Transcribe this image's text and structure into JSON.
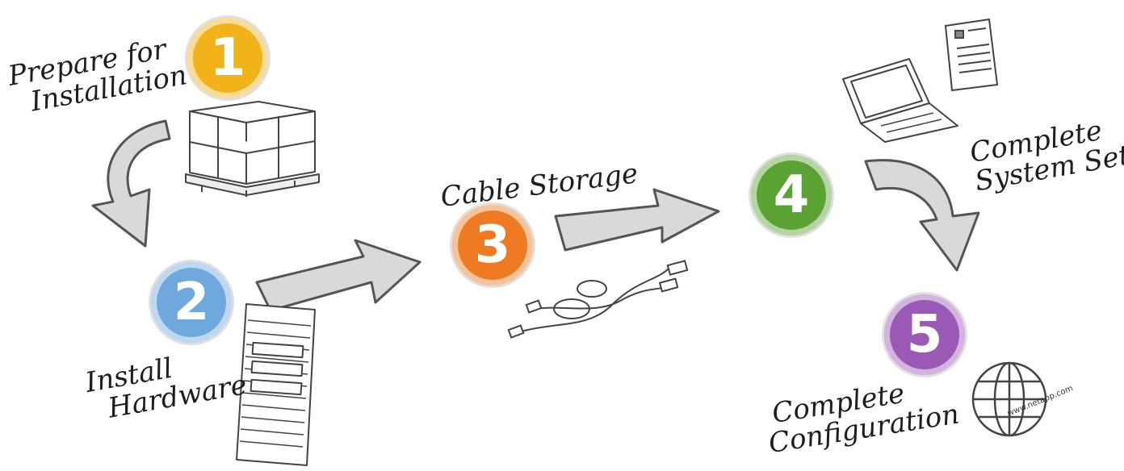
{
  "steps": [
    {
      "number": "1",
      "label_lines": [
        "Prepare for",
        "Installation"
      ],
      "color": "#F2B21A"
    },
    {
      "number": "2",
      "label_lines": [
        "Install",
        "Hardware"
      ],
      "color": "#6FA8DC"
    },
    {
      "number": "3",
      "label_lines": [
        "Cable Storage"
      ],
      "color": "#EE7A22"
    },
    {
      "number": "4",
      "label_lines": [
        "Complete",
        "System Setup"
      ],
      "color": "#5BA433"
    },
    {
      "number": "5",
      "label_lines": [
        "Complete",
        "Configuration"
      ],
      "color": "#9B59B6"
    }
  ],
  "globe_url": "www.netapp.com",
  "icons": [
    "pallet-boxes-icon",
    "server-rack-icon",
    "cables-icon",
    "laptop-icon",
    "document-icon",
    "globe-icon"
  ],
  "arrow_color": "#d9d9d9"
}
